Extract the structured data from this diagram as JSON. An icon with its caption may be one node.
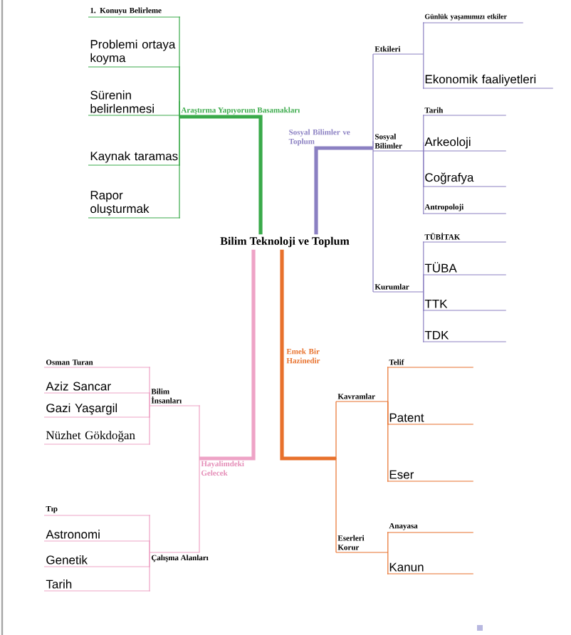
{
  "diagram": {
    "nodes": [
      {
        "text": [
          "Bilim Teknoloji ve Toplum"
        ]
      },
      {
        "text": [
          "Araştırma Yapıyorum Basamakları"
        ]
      },
      {
        "text": [
          "1. Konuyu Belirleme"
        ]
      },
      {
        "text": [
          "Problemi ortaya koyma"
        ]
      },
      {
        "text": [
          "Sürenin belirlenmesi"
        ]
      },
      {
        "text": [
          "Kaynak taramas"
        ]
      },
      {
        "text": [
          "Rapor oluşturmak"
        ]
      },
      {
        "text": [
          "Sosyal Bilimler ve Toplum"
        ]
      },
      {
        "text": [
          "Etkileri"
        ]
      },
      {
        "text": [
          "Günlük yaşamımızı etkiler"
        ]
      },
      {
        "text": [
          "Ekonomik faaliyetleri"
        ]
      },
      {
        "text": [
          "Sosyal Bilimler"
        ]
      },
      {
        "text": [
          "Tarih"
        ]
      },
      {
        "text": [
          "Arkeoloji"
        ]
      },
      {
        "text": [
          "Coğrafya"
        ]
      },
      {
        "text": [
          "Antropoloji"
        ]
      },
      {
        "text": [
          "Kurumlar"
        ]
      },
      {
        "text": [
          "TÜBİTAK"
        ]
      },
      {
        "text": [
          "TÜBA"
        ]
      },
      {
        "text": [
          "TTK"
        ]
      },
      {
        "text": [
          "TDK"
        ]
      },
      {
        "text": [
          "Emek Bir Hazinedir"
        ]
      },
      {
        "text": [
          "Kavramlar"
        ]
      },
      {
        "text": [
          "Telif"
        ]
      },
      {
        "text": [
          "Patent"
        ]
      },
      {
        "text": [
          "Eser"
        ]
      },
      {
        "text": [
          "Eserleri Korur"
        ]
      },
      {
        "text": [
          "Anayasa"
        ]
      },
      {
        "text": [
          "Kanun"
        ]
      },
      {
        "text": [
          "Hayalimdeki Gelecek"
        ]
      },
      {
        "text": [
          "Bilim İnsanları"
        ]
      },
      {
        "text": [
          "Osman Turan"
        ]
      },
      {
        "text": [
          "Aziz Sancar"
        ]
      },
      {
        "text": [
          "Gazi Yaşargil"
        ]
      },
      {
        "text": [
          "Nüzhet Gökdoğan"
        ]
      },
      {
        "text": [
          "Çalışma Alanları"
        ]
      },
      {
        "text": [
          "Tıp"
        ]
      },
      {
        "text": [
          "Astronomi"
        ]
      },
      {
        "text": [
          "Genetik"
        ]
      },
      {
        "text": [
          "Tarih"
        ]
      }
    ],
    "edges": [
      {
        "from": 0,
        "to": 1,
        "arrow": "none",
        "style": "thick",
        "color": "#3aaa4a"
      },
      {
        "from": 1,
        "to": 2,
        "arrow": "none",
        "color": "#3aaa4a"
      },
      {
        "from": 1,
        "to": 3,
        "arrow": "none",
        "color": "#3aaa4a"
      },
      {
        "from": 1,
        "to": 4,
        "arrow": "none",
        "color": "#3aaa4a"
      },
      {
        "from": 1,
        "to": 5,
        "arrow": "none",
        "color": "#3aaa4a"
      },
      {
        "from": 1,
        "to": 6,
        "arrow": "none",
        "color": "#3aaa4a"
      },
      {
        "from": 0,
        "to": 7,
        "arrow": "none",
        "style": "thick",
        "color": "#8b80c2"
      },
      {
        "from": 7,
        "to": 8,
        "arrow": "none",
        "color": "#8b80c2"
      },
      {
        "from": 8,
        "to": 9,
        "arrow": "none",
        "color": "#8b80c2"
      },
      {
        "from": 8,
        "to": 10,
        "arrow": "none",
        "color": "#8b80c2"
      },
      {
        "from": 7,
        "to": 11,
        "arrow": "none",
        "color": "#8b80c2"
      },
      {
        "from": 11,
        "to": 12,
        "arrow": "none",
        "color": "#8b80c2"
      },
      {
        "from": 11,
        "to": 13,
        "arrow": "none",
        "color": "#8b80c2"
      },
      {
        "from": 11,
        "to": 14,
        "arrow": "none",
        "color": "#8b80c2"
      },
      {
        "from": 11,
        "to": 15,
        "arrow": "none",
        "color": "#8b80c2"
      },
      {
        "from": 7,
        "to": 16,
        "arrow": "none",
        "color": "#8b80c2"
      },
      {
        "from": 16,
        "to": 17,
        "arrow": "none",
        "color": "#8b80c2"
      },
      {
        "from": 16,
        "to": 18,
        "arrow": "none",
        "color": "#8b80c2"
      },
      {
        "from": 16,
        "to": 19,
        "arrow": "none",
        "color": "#8b80c2"
      },
      {
        "from": 16,
        "to": 20,
        "arrow": "none",
        "color": "#8b80c2"
      },
      {
        "from": 0,
        "to": 21,
        "arrow": "none",
        "style": "thick",
        "color": "#e8712c"
      },
      {
        "from": 21,
        "to": 22,
        "arrow": "none",
        "color": "#e8712c"
      },
      {
        "from": 22,
        "to": 23,
        "arrow": "none",
        "color": "#e8712c"
      },
      {
        "from": 22,
        "to": 24,
        "arrow": "none",
        "color": "#e8712c"
      },
      {
        "from": 22,
        "to": 25,
        "arrow": "none",
        "color": "#e8712c"
      },
      {
        "from": 21,
        "to": 26,
        "arrow": "none",
        "color": "#e8712c"
      },
      {
        "from": 26,
        "to": 27,
        "arrow": "none",
        "color": "#e8712c"
      },
      {
        "from": 26,
        "to": 28,
        "arrow": "none",
        "color": "#e8712c"
      },
      {
        "from": 0,
        "to": 29,
        "arrow": "none",
        "style": "thick",
        "color": "#eea3c6"
      },
      {
        "from": 29,
        "to": 30,
        "arrow": "none",
        "color": "#eea3c6"
      },
      {
        "from": 30,
        "to": 31,
        "arrow": "none",
        "color": "#eea3c6"
      },
      {
        "from": 30,
        "to": 32,
        "arrow": "none",
        "color": "#eea3c6"
      },
      {
        "from": 30,
        "to": 33,
        "arrow": "none",
        "color": "#eea3c6"
      },
      {
        "from": 30,
        "to": 34,
        "arrow": "none",
        "color": "#eea3c6"
      },
      {
        "from": 29,
        "to": 35,
        "arrow": "none",
        "color": "#eea3c6"
      },
      {
        "from": 35,
        "to": 36,
        "arrow": "none",
        "color": "#eea3c6"
      },
      {
        "from": 35,
        "to": 37,
        "arrow": "none",
        "color": "#eea3c6"
      },
      {
        "from": 35,
        "to": 38,
        "arrow": "none",
        "color": "#eea3c6"
      },
      {
        "from": 35,
        "to": 39,
        "arrow": "none",
        "color": "#eea3c6"
      }
    ]
  }
}
